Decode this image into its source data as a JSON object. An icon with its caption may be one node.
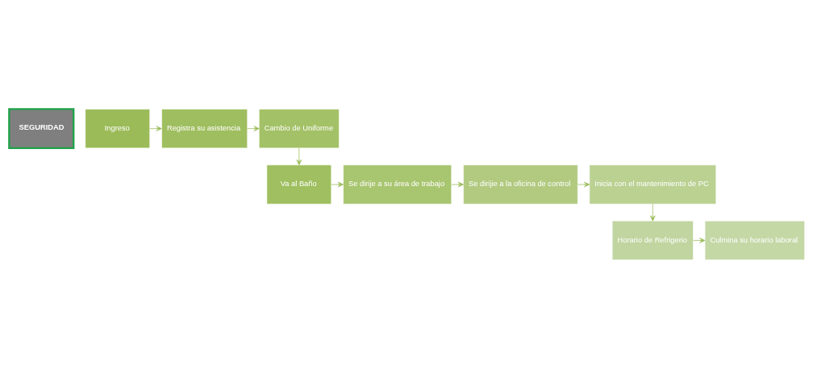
{
  "diagram": {
    "nodes": [
      {
        "text": [
          "SEGURIDAD"
        ]
      },
      {
        "text": [
          "Ingreso"
        ]
      },
      {
        "text": [
          "Registra su asistencia"
        ]
      },
      {
        "text": [
          "Cambio de Uniforme"
        ]
      },
      {
        "text": [
          "Va al Baño"
        ]
      },
      {
        "text": [
          "Se dirije a su área de trabajo"
        ]
      },
      {
        "text": [
          "Se dirijie a la oficina de control"
        ]
      },
      {
        "text": [
          "Inicia con el mantenimiento de PC"
        ]
      },
      {
        "text": [
          "Horario de Refrigerio"
        ]
      },
      {
        "text": [
          "Culmina su horario laboral"
        ]
      }
    ],
    "edges": [
      {
        "from": 1,
        "to": 2,
        "arrow": "to"
      },
      {
        "from": 2,
        "to": 3,
        "arrow": "to"
      },
      {
        "from": 3,
        "to": 4,
        "arrow": "to"
      },
      {
        "from": 4,
        "to": 5,
        "arrow": "to"
      },
      {
        "from": 5,
        "to": 6,
        "arrow": "to"
      },
      {
        "from": 6,
        "to": 7,
        "arrow": "to"
      },
      {
        "from": 7,
        "to": 8,
        "arrow": "to"
      },
      {
        "from": 8,
        "to": 9,
        "arrow": "to"
      }
    ]
  }
}
